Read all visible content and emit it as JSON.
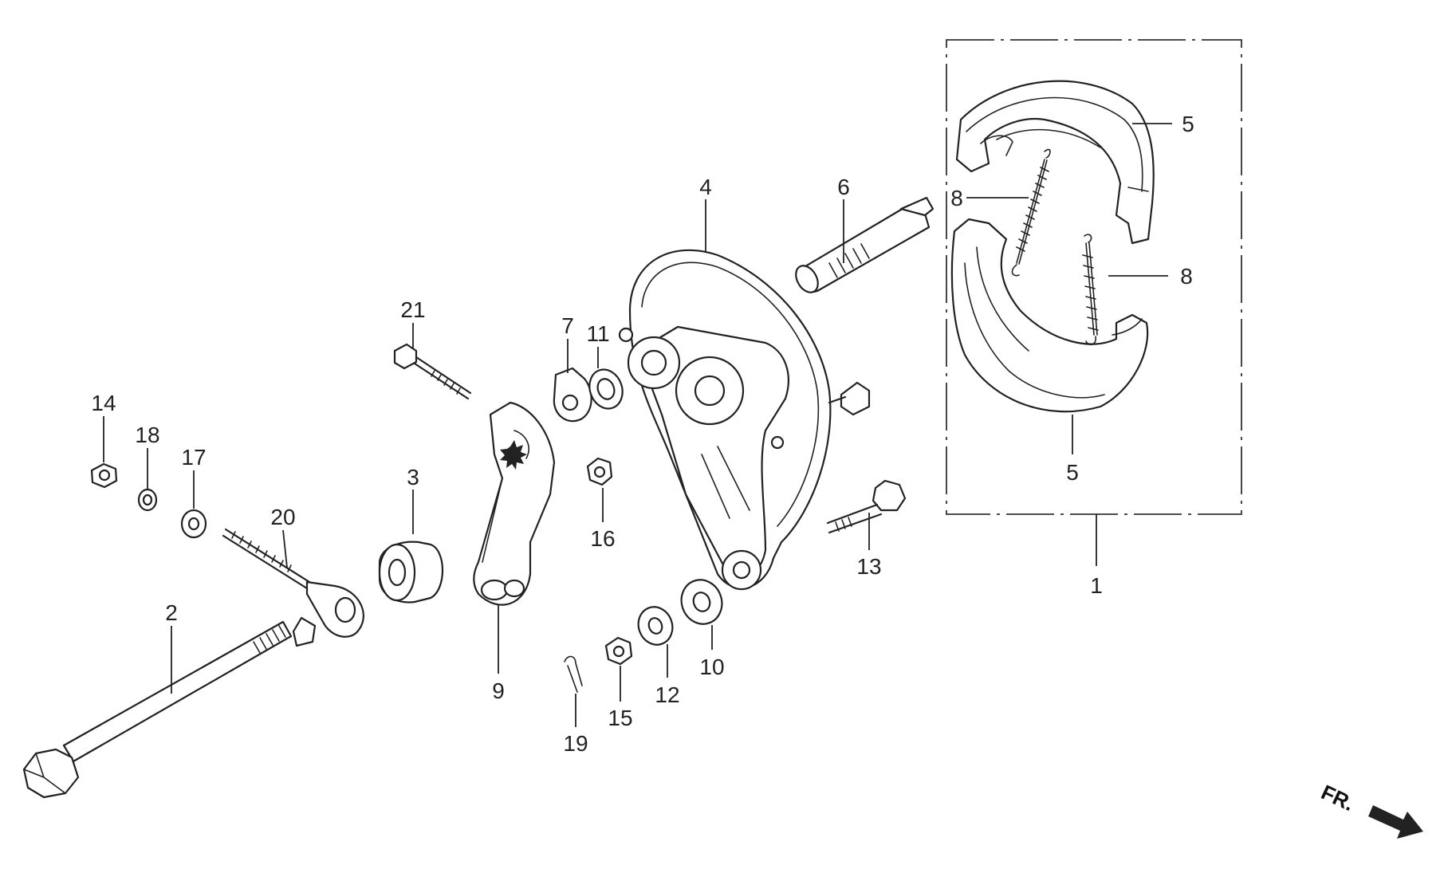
{
  "diagram": {
    "labels": {
      "p1": "1",
      "p2": "2",
      "p3": "3",
      "p4": "4",
      "p5a": "5",
      "p5b": "5",
      "p6": "6",
      "p7": "7",
      "p8a": "8",
      "p8b": "8",
      "p9": "9",
      "p10": "10",
      "p11": "11",
      "p12": "12",
      "p13": "13",
      "p14": "14",
      "p15": "15",
      "p16": "16",
      "p17": "17",
      "p18": "18",
      "p19": "19",
      "p20": "20",
      "p21": "21"
    },
    "front_indicator": "FR."
  }
}
